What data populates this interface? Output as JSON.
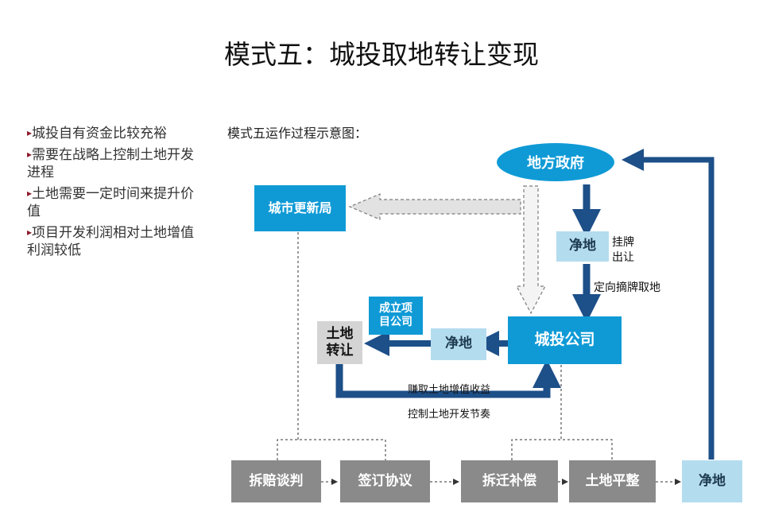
{
  "title": "模式五：城投取地转让变现",
  "bullets": [
    "城投自有资金比较充裕",
    "需要在战略上控制土地开发进程",
    "土地需要一定时间来提升价值",
    "项目开发利润相对土地增值利润较低"
  ],
  "bullet_marker": "▸",
  "diagram": {
    "subtitle": "模式五运作过程示意图：",
    "nodes": {
      "government": "地方政府",
      "urban_bureau": "城市更新局",
      "clean_land_top": "净地",
      "chengtou": "城投公司",
      "clean_land_mid": "净地",
      "land_transfer": "土地\n转让",
      "project_company": "成立项\n目公司",
      "step_demolition_talk": "拆赔谈判",
      "step_sign": "签订协议",
      "step_relocation": "拆迁补偿",
      "step_leveling": "土地平整",
      "clean_land_bottom": "净地"
    },
    "labels": {
      "listing_transfer": "挂牌\n出让",
      "directed_listing": "定向摘牌取地",
      "earn_value": "赚取土地增值收益",
      "control_pace": "控制土地开发节奏"
    },
    "colors": {
      "blue": "#0f9ad6",
      "navy": "#1d4f88",
      "light_blue": "#b4dcef",
      "gray": "#8a8a8a",
      "light_gray": "#d4d4d4"
    }
  }
}
